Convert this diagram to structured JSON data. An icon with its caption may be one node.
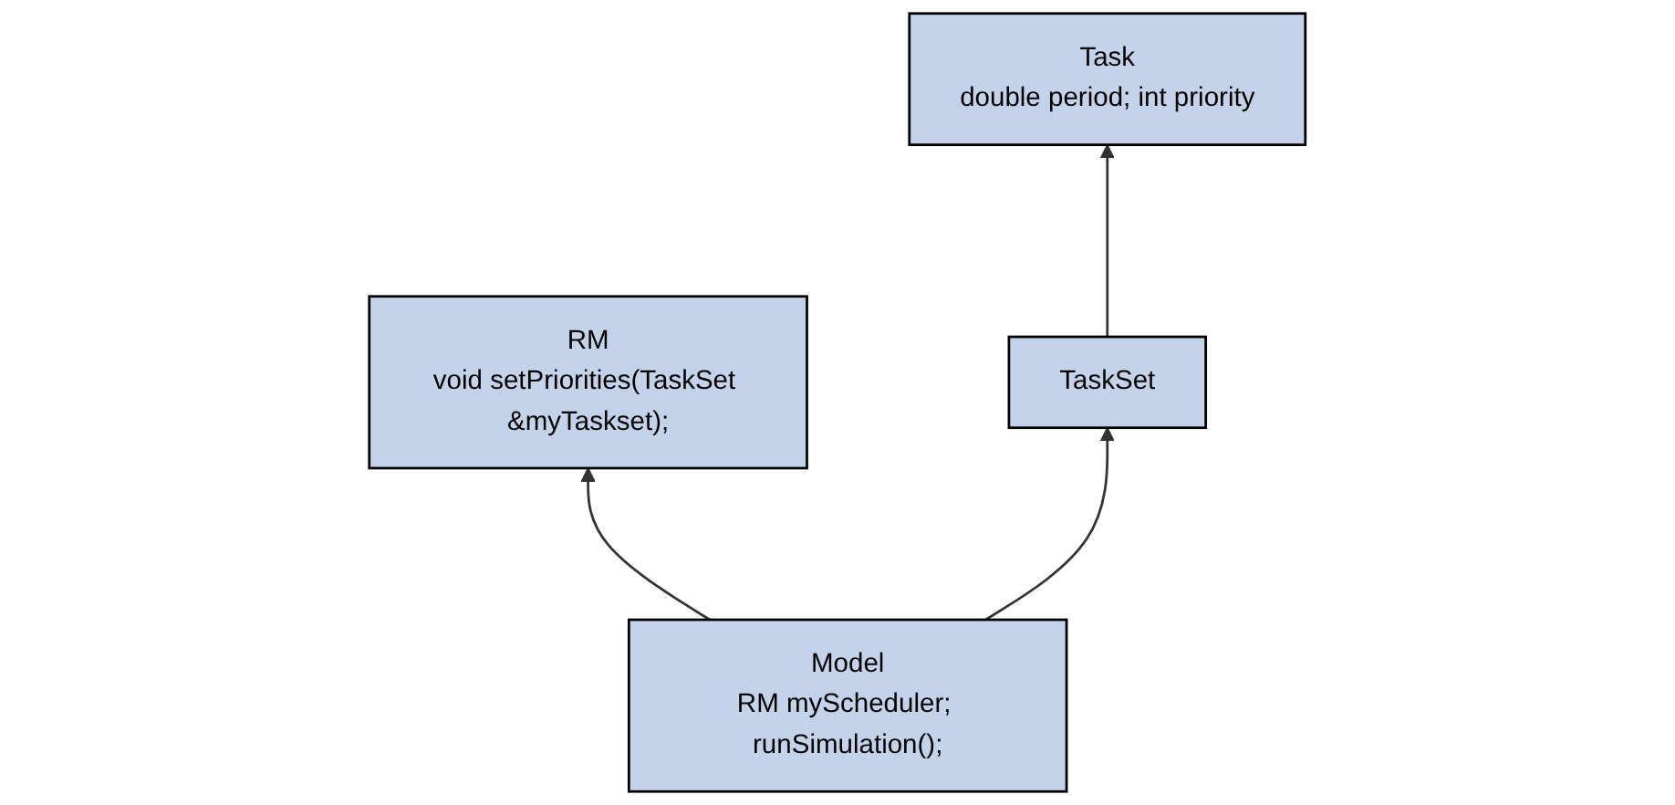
{
  "diagram": {
    "nodes": [
      {
        "text": [
          "RM",
          "void setPriorities(TaskSet &myTaskset);"
        ]
      },
      {
        "text": [
          "Task",
          "double period; int priority"
        ]
      },
      {
        "text": [
          "Model",
          "RM myScheduler; runSimulation();"
        ]
      },
      {
        "text": [
          "TaskSet"
        ]
      }
    ],
    "edges": [
      {
        "from": 2,
        "to": 0,
        "arrow": "to"
      },
      {
        "from": 2,
        "to": 3,
        "arrow": "to"
      },
      {
        "from": 3,
        "to": 1,
        "arrow": "to"
      }
    ]
  }
}
